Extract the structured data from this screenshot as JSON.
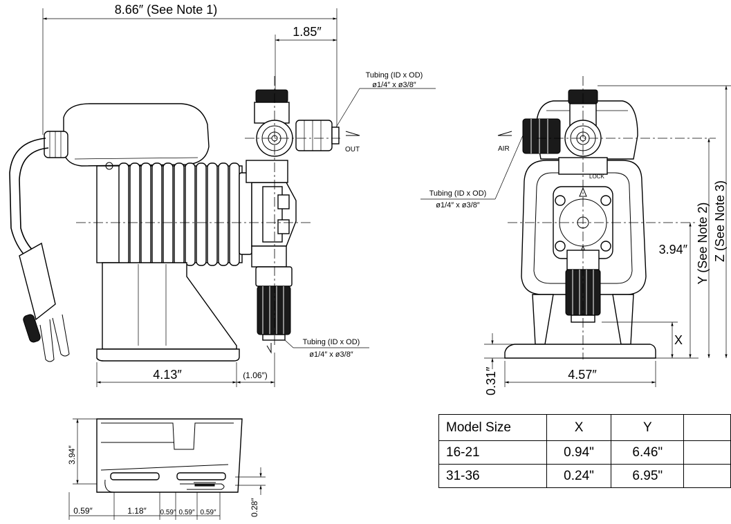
{
  "dimensions": {
    "overall_width": "8.66″ (See Note 1)",
    "top_offset": "1.85″",
    "base_length": "4.13″",
    "base_extension": "(1.06″)",
    "front_base_width": "4.57″",
    "front_base_height": "0.31″",
    "center_height": "3.94″",
    "dim_x": "X",
    "dim_y": "Y (See Note 2)",
    "dim_z": "Z (See Note 3)",
    "bottom_height": "3.94″",
    "bottom_d1": "0.59″",
    "bottom_d2": "1.18″",
    "bottom_d3": "0.59″",
    "bottom_d4": "0.59″",
    "bottom_d5": "0.59″",
    "bottom_d6": "0.28″"
  },
  "callouts": {
    "tubing_out": {
      "title": "Tubing (ID x OD)",
      "size": "ø1/4″ x ø3/8″"
    },
    "tubing_in": {
      "title": "Tubing (ID x OD)",
      "size": "ø1/4″ x ø3/8″"
    },
    "tubing_front": {
      "title": "Tubing (ID x OD)",
      "size": "ø1/4″ x ø3/8″"
    },
    "out_label": "OUT",
    "air_label": "AIR",
    "lock_label": "LOCK"
  },
  "table": {
    "headers": [
      "Model Size",
      "X",
      "Y",
      ""
    ],
    "rows": [
      [
        "16-21",
        "0.94\"",
        "6.46\"",
        ""
      ],
      [
        "31-36",
        "0.24\"",
        "6.95\"",
        ""
      ]
    ]
  }
}
